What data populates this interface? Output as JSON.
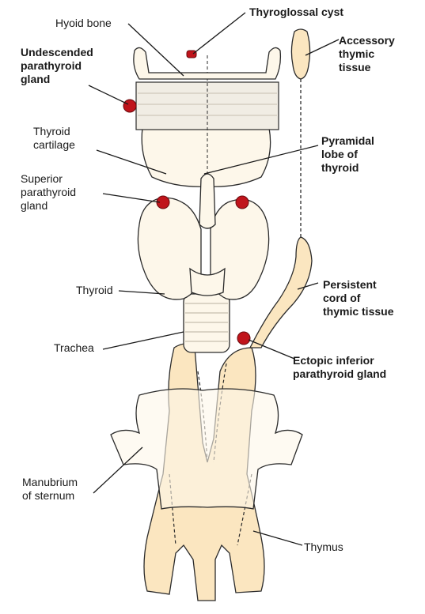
{
  "colors": {
    "tissue_fill": "#fbe6c0",
    "bone_fill": "#fdf7ea",
    "outline": "#2b2b2b",
    "gland_red": "#c0141b",
    "background": "#ffffff"
  },
  "labels": {
    "hyoid_bone": "Hyoid bone",
    "thyroglossal_cyst": "Thyroglossal cyst",
    "undescended_parathyroid": "Undescended\nparathyroid\ngland",
    "accessory_thymic": "Accessory\nthymic\ntissue",
    "thyroid_cartilage": "Thyroid\ncartilage",
    "pyramidal_lobe": "Pyramidal\nlobe of\nthyroid",
    "superior_parathyroid": "Superior\nparathyroid\ngland",
    "thyroid": "Thyroid",
    "persistent_cord": "Persistent\ncord of\nthymic tissue",
    "trachea": "Trachea",
    "ectopic_inferior": "Ectopic inferior\nparathyroid gland",
    "manubrium": "Manubrium\nof sternum",
    "thymus": "Thymus"
  }
}
